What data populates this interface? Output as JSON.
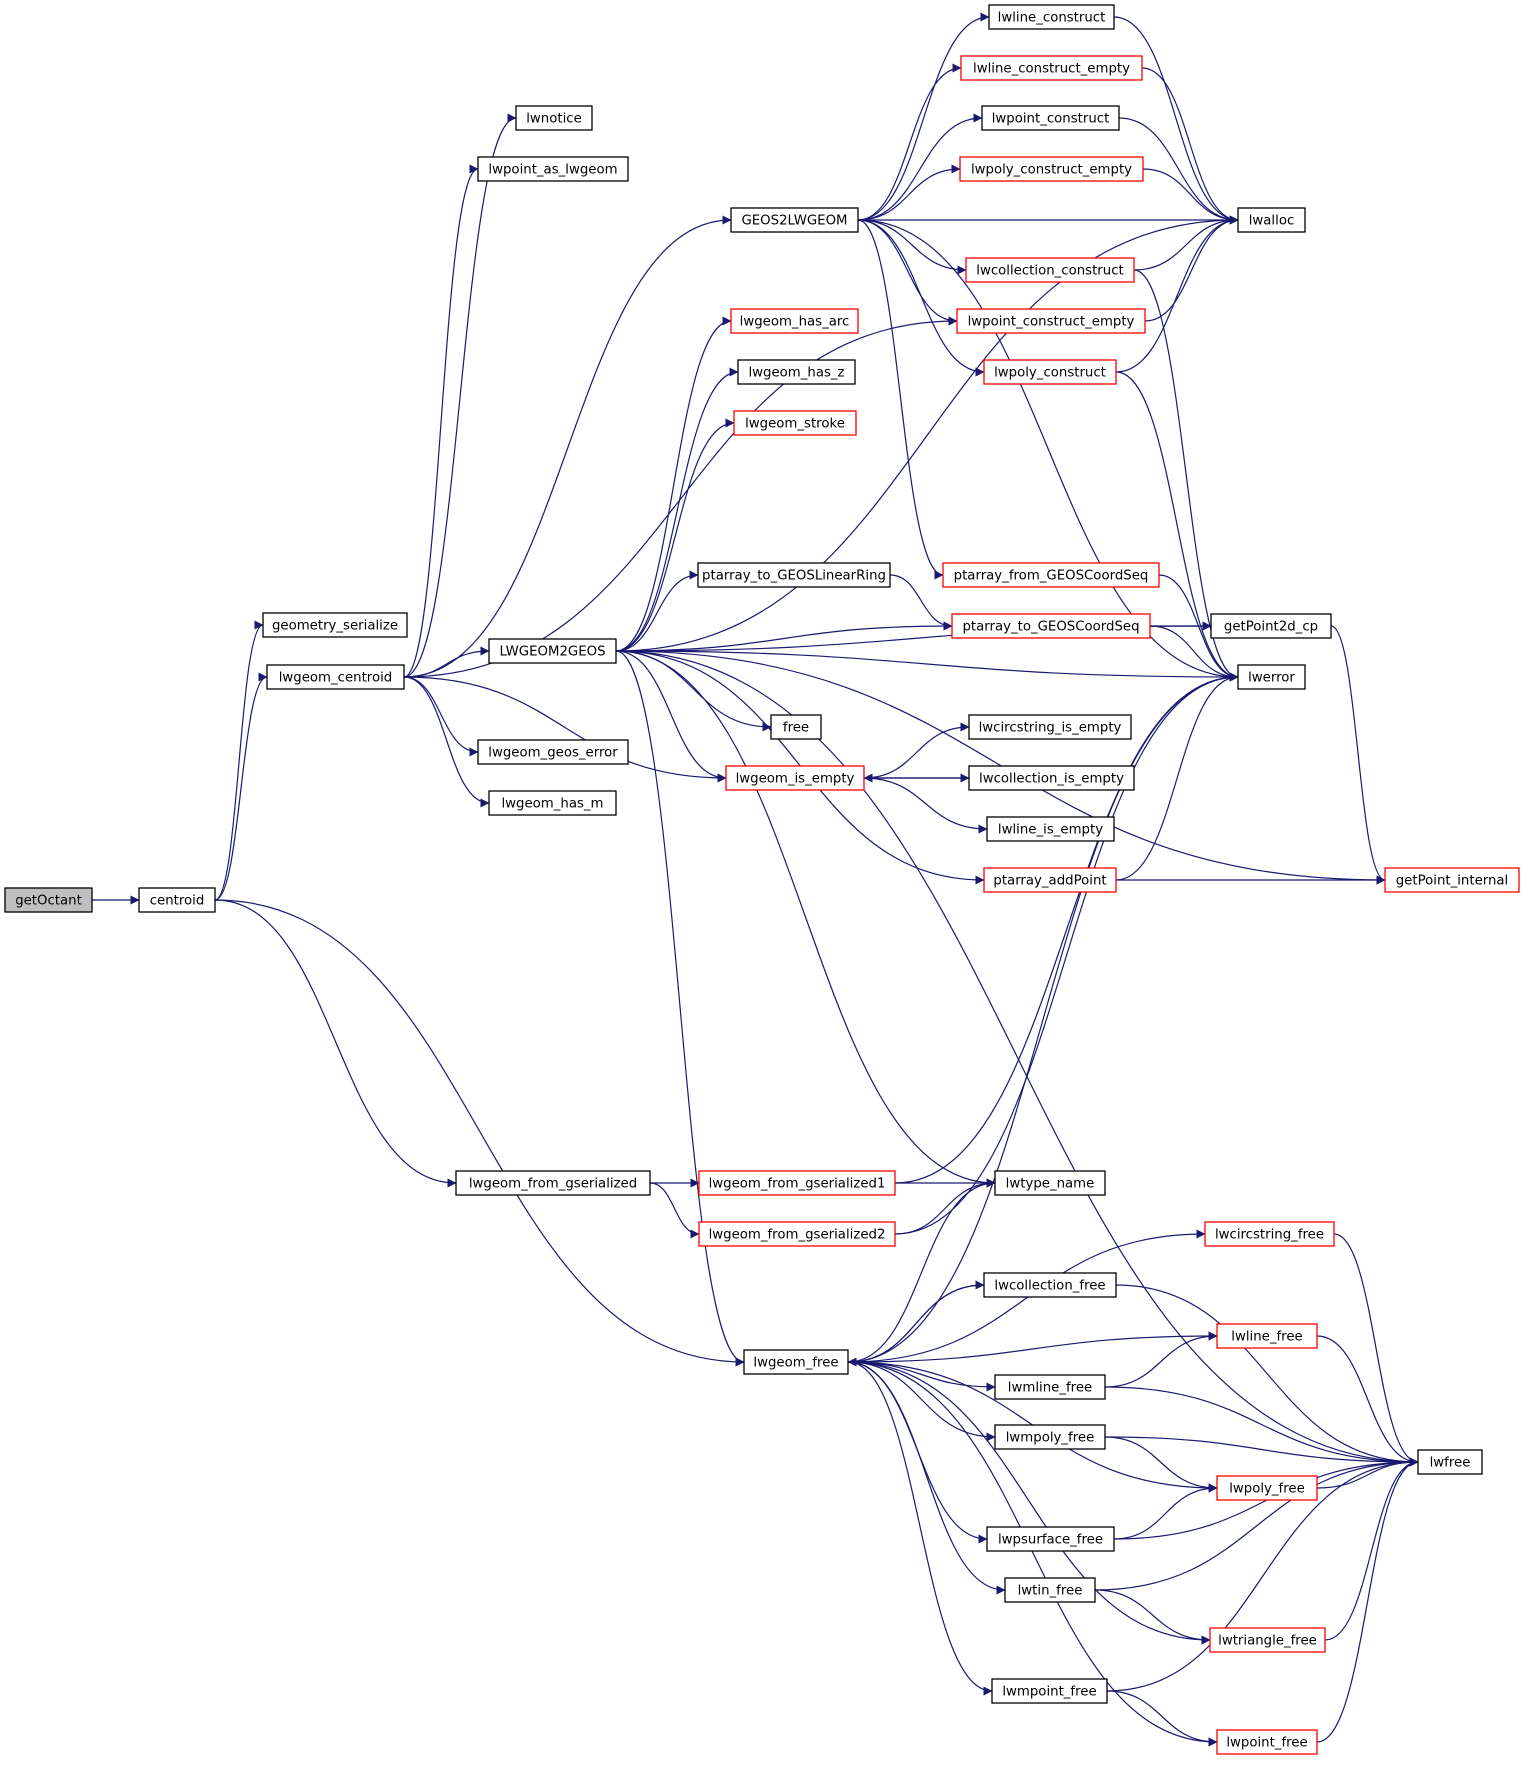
{
  "colors": {
    "edge": "#191970",
    "arrowhead": "#191970",
    "border_normal": "#000000",
    "border_incomplete": "#ff0000",
    "root_fill": "#bfbfbf",
    "node_fill": "#ffffff"
  },
  "nodes": [
    {
      "id": "getOctant",
      "label": "getOctant",
      "style": "root"
    },
    {
      "id": "centroid",
      "label": "centroid",
      "style": "normal"
    },
    {
      "id": "geometry_serialize",
      "label": "geometry_serialize",
      "style": "normal"
    },
    {
      "id": "lwgeom_centroid",
      "label": "lwgeom_centroid",
      "style": "normal"
    },
    {
      "id": "lwgeom_from_gserialized",
      "label": "lwgeom_from_gserialized",
      "style": "normal"
    },
    {
      "id": "lwgeom_free",
      "label": "lwgeom_free",
      "style": "normal"
    },
    {
      "id": "lwnotice",
      "label": "lwnotice",
      "style": "normal"
    },
    {
      "id": "lwpoint_as_lwgeom",
      "label": "lwpoint_as_lwgeom",
      "style": "normal"
    },
    {
      "id": "GEOS2LWGEOM",
      "label": "GEOS2LWGEOM",
      "style": "normal"
    },
    {
      "id": "LWGEOM2GEOS",
      "label": "LWGEOM2GEOS",
      "style": "normal"
    },
    {
      "id": "lwgeom_geos_error",
      "label": "lwgeom_geos_error",
      "style": "normal"
    },
    {
      "id": "lwgeom_has_m",
      "label": "lwgeom_has_m",
      "style": "normal"
    },
    {
      "id": "lwgeom_has_arc",
      "label": "lwgeom_has_arc",
      "style": "incomplete"
    },
    {
      "id": "lwgeom_has_z",
      "label": "lwgeom_has_z",
      "style": "normal"
    },
    {
      "id": "lwgeom_stroke",
      "label": "lwgeom_stroke",
      "style": "incomplete"
    },
    {
      "id": "ptarray_to_GEOSLinearRing",
      "label": "ptarray_to_GEOSLinearRing",
      "style": "normal"
    },
    {
      "id": "free",
      "label": "free",
      "style": "normal"
    },
    {
      "id": "lwgeom_is_empty",
      "label": "lwgeom_is_empty",
      "style": "incomplete"
    },
    {
      "id": "lwgeom_from_gserialized1",
      "label": "lwgeom_from_gserialized1",
      "style": "incomplete"
    },
    {
      "id": "lwgeom_from_gserialized2",
      "label": "lwgeom_from_gserialized2",
      "style": "incomplete"
    },
    {
      "id": "lwline_construct",
      "label": "lwline_construct",
      "style": "normal"
    },
    {
      "id": "lwline_construct_empty",
      "label": "lwline_construct_empty",
      "style": "incomplete"
    },
    {
      "id": "lwpoint_construct",
      "label": "lwpoint_construct",
      "style": "normal"
    },
    {
      "id": "lwpoly_construct_empty",
      "label": "lwpoly_construct_empty",
      "style": "incomplete"
    },
    {
      "id": "lwcollection_construct",
      "label": "lwcollection_construct",
      "style": "incomplete"
    },
    {
      "id": "lwpoint_construct_empty",
      "label": "lwpoint_construct_empty",
      "style": "incomplete"
    },
    {
      "id": "lwpoly_construct",
      "label": "lwpoly_construct",
      "style": "incomplete"
    },
    {
      "id": "ptarray_from_GEOSCoordSeq",
      "label": "ptarray_from_GEOSCoordSeq",
      "style": "incomplete"
    },
    {
      "id": "ptarray_to_GEOSCoordSeq",
      "label": "ptarray_to_GEOSCoordSeq",
      "style": "incomplete"
    },
    {
      "id": "lwcircstring_is_empty",
      "label": "lwcircstring_is_empty",
      "style": "normal"
    },
    {
      "id": "lwcollection_is_empty",
      "label": "lwcollection_is_empty",
      "style": "normal"
    },
    {
      "id": "lwline_is_empty",
      "label": "lwline_is_empty",
      "style": "normal"
    },
    {
      "id": "ptarray_addPoint",
      "label": "ptarray_addPoint",
      "style": "incomplete"
    },
    {
      "id": "lwtype_name",
      "label": "lwtype_name",
      "style": "normal"
    },
    {
      "id": "lwcircstring_free",
      "label": "lwcircstring_free",
      "style": "incomplete"
    },
    {
      "id": "lwcollection_free",
      "label": "lwcollection_free",
      "style": "normal"
    },
    {
      "id": "lwline_free",
      "label": "lwline_free",
      "style": "incomplete"
    },
    {
      "id": "lwmline_free",
      "label": "lwmline_free",
      "style": "normal"
    },
    {
      "id": "lwmpoly_free",
      "label": "lwmpoly_free",
      "style": "normal"
    },
    {
      "id": "lwpoly_free",
      "label": "lwpoly_free",
      "style": "incomplete"
    },
    {
      "id": "lwpsurface_free",
      "label": "lwpsurface_free",
      "style": "normal"
    },
    {
      "id": "lwtin_free",
      "label": "lwtin_free",
      "style": "normal"
    },
    {
      "id": "lwtriangle_free",
      "label": "lwtriangle_free",
      "style": "incomplete"
    },
    {
      "id": "lwmpoint_free",
      "label": "lwmpoint_free",
      "style": "normal"
    },
    {
      "id": "lwpoint_free",
      "label": "lwpoint_free",
      "style": "incomplete"
    },
    {
      "id": "lwalloc",
      "label": "lwalloc",
      "style": "normal"
    },
    {
      "id": "lwerror",
      "label": "lwerror",
      "style": "normal"
    },
    {
      "id": "getPoint2d_cp",
      "label": "getPoint2d_cp",
      "style": "normal"
    },
    {
      "id": "getPoint_internal",
      "label": "getPoint_internal",
      "style": "incomplete"
    },
    {
      "id": "lwfree",
      "label": "lwfree",
      "style": "normal"
    }
  ],
  "edges": [
    [
      "getOctant",
      "centroid"
    ],
    [
      "centroid",
      "geometry_serialize"
    ],
    [
      "centroid",
      "lwgeom_centroid"
    ],
    [
      "centroid",
      "lwgeom_from_gserialized"
    ],
    [
      "centroid",
      "lwgeom_free"
    ],
    [
      "lwgeom_centroid",
      "lwnotice"
    ],
    [
      "lwgeom_centroid",
      "lwpoint_as_lwgeom"
    ],
    [
      "lwgeom_centroid",
      "GEOS2LWGEOM"
    ],
    [
      "lwgeom_centroid",
      "lwpoint_construct_empty"
    ],
    [
      "lwgeom_centroid",
      "LWGEOM2GEOS"
    ],
    [
      "lwgeom_centroid",
      "lwgeom_is_empty"
    ],
    [
      "lwgeom_centroid",
      "lwgeom_geos_error"
    ],
    [
      "lwgeom_centroid",
      "lwgeom_has_m"
    ],
    [
      "GEOS2LWGEOM",
      "lwline_construct"
    ],
    [
      "GEOS2LWGEOM",
      "lwline_construct_empty"
    ],
    [
      "GEOS2LWGEOM",
      "lwpoint_construct"
    ],
    [
      "GEOS2LWGEOM",
      "lwpoly_construct_empty"
    ],
    [
      "GEOS2LWGEOM",
      "lwalloc"
    ],
    [
      "GEOS2LWGEOM",
      "lwcollection_construct"
    ],
    [
      "GEOS2LWGEOM",
      "lwpoint_construct_empty"
    ],
    [
      "GEOS2LWGEOM",
      "lwpoly_construct"
    ],
    [
      "GEOS2LWGEOM",
      "ptarray_from_GEOSCoordSeq"
    ],
    [
      "GEOS2LWGEOM",
      "lwerror"
    ],
    [
      "lwline_construct",
      "lwalloc"
    ],
    [
      "lwline_construct_empty",
      "lwalloc"
    ],
    [
      "lwpoint_construct",
      "lwalloc"
    ],
    [
      "lwpoly_construct_empty",
      "lwalloc"
    ],
    [
      "lwcollection_construct",
      "lwalloc"
    ],
    [
      "lwcollection_construct",
      "lwerror"
    ],
    [
      "lwpoint_construct_empty",
      "lwalloc"
    ],
    [
      "lwpoly_construct",
      "lwalloc"
    ],
    [
      "lwpoly_construct",
      "lwerror"
    ],
    [
      "ptarray_from_GEOSCoordSeq",
      "lwerror"
    ],
    [
      "LWGEOM2GEOS",
      "lwgeom_has_arc"
    ],
    [
      "LWGEOM2GEOS",
      "lwgeom_has_z"
    ],
    [
      "LWGEOM2GEOS",
      "lwgeom_stroke"
    ],
    [
      "LWGEOM2GEOS",
      "lwalloc"
    ],
    [
      "LWGEOM2GEOS",
      "getPoint2d_cp"
    ],
    [
      "LWGEOM2GEOS",
      "ptarray_to_GEOSLinearRing"
    ],
    [
      "LWGEOM2GEOS",
      "ptarray_to_GEOSCoordSeq"
    ],
    [
      "LWGEOM2GEOS",
      "lwerror"
    ],
    [
      "LWGEOM2GEOS",
      "free"
    ],
    [
      "LWGEOM2GEOS",
      "lwgeom_is_empty"
    ],
    [
      "LWGEOM2GEOS",
      "ptarray_addPoint"
    ],
    [
      "LWGEOM2GEOS",
      "getPoint_internal"
    ],
    [
      "LWGEOM2GEOS",
      "lwfree"
    ],
    [
      "LWGEOM2GEOS",
      "lwgeom_free"
    ],
    [
      "LWGEOM2GEOS",
      "lwtype_name"
    ],
    [
      "ptarray_to_GEOSLinearRing",
      "ptarray_to_GEOSCoordSeq"
    ],
    [
      "ptarray_to_GEOSCoordSeq",
      "getPoint2d_cp"
    ],
    [
      "ptarray_to_GEOSCoordSeq",
      "lwerror"
    ],
    [
      "getPoint2d_cp",
      "getPoint_internal"
    ],
    [
      "lwgeom_is_empty",
      "lwcircstring_is_empty"
    ],
    [
      "lwgeom_is_empty",
      "lwcollection_is_empty"
    ],
    [
      "lwgeom_is_empty",
      "lwline_is_empty"
    ],
    [
      "lwcollection_is_empty",
      "lwgeom_is_empty"
    ],
    [
      "ptarray_addPoint",
      "getPoint_internal"
    ],
    [
      "ptarray_addPoint",
      "lwerror"
    ],
    [
      "lwgeom_from_gserialized",
      "lwgeom_from_gserialized1"
    ],
    [
      "lwgeom_from_gserialized",
      "lwgeom_from_gserialized2"
    ],
    [
      "lwgeom_from_gserialized1",
      "lwtype_name"
    ],
    [
      "lwgeom_from_gserialized1",
      "lwerror"
    ],
    [
      "lwgeom_from_gserialized2",
      "lwtype_name"
    ],
    [
      "lwgeom_from_gserialized2",
      "lwerror"
    ],
    [
      "lwgeom_free",
      "lwcircstring_free"
    ],
    [
      "lwgeom_free",
      "lwcollection_free"
    ],
    [
      "lwgeom_free",
      "lwline_free"
    ],
    [
      "lwgeom_free",
      "lwmline_free"
    ],
    [
      "lwgeom_free",
      "lwmpoly_free"
    ],
    [
      "lwgeom_free",
      "lwpoly_free"
    ],
    [
      "lwgeom_free",
      "lwpsurface_free"
    ],
    [
      "lwgeom_free",
      "lwtin_free"
    ],
    [
      "lwgeom_free",
      "lwtriangle_free"
    ],
    [
      "lwgeom_free",
      "lwmpoint_free"
    ],
    [
      "lwgeom_free",
      "lwpoint_free"
    ],
    [
      "lwgeom_free",
      "lwtype_name"
    ],
    [
      "lwgeom_free",
      "lwerror"
    ],
    [
      "lwcollection_free",
      "lwgeom_free"
    ],
    [
      "lwcollection_free",
      "lwfree"
    ],
    [
      "lwcircstring_free",
      "lwfree"
    ],
    [
      "lwline_free",
      "lwfree"
    ],
    [
      "lwmline_free",
      "lwline_free"
    ],
    [
      "lwmline_free",
      "lwfree"
    ],
    [
      "lwmpoly_free",
      "lwpoly_free"
    ],
    [
      "lwmpoly_free",
      "lwfree"
    ],
    [
      "lwpoly_free",
      "lwfree"
    ],
    [
      "lwpsurface_free",
      "lwpoly_free"
    ],
    [
      "lwpsurface_free",
      "lwfree"
    ],
    [
      "lwtin_free",
      "lwtriangle_free"
    ],
    [
      "lwtin_free",
      "lwfree"
    ],
    [
      "lwtriangle_free",
      "lwfree"
    ],
    [
      "lwmpoint_free",
      "lwpoint_free"
    ],
    [
      "lwmpoint_free",
      "lwfree"
    ],
    [
      "lwpoint_free",
      "lwfree"
    ]
  ]
}
